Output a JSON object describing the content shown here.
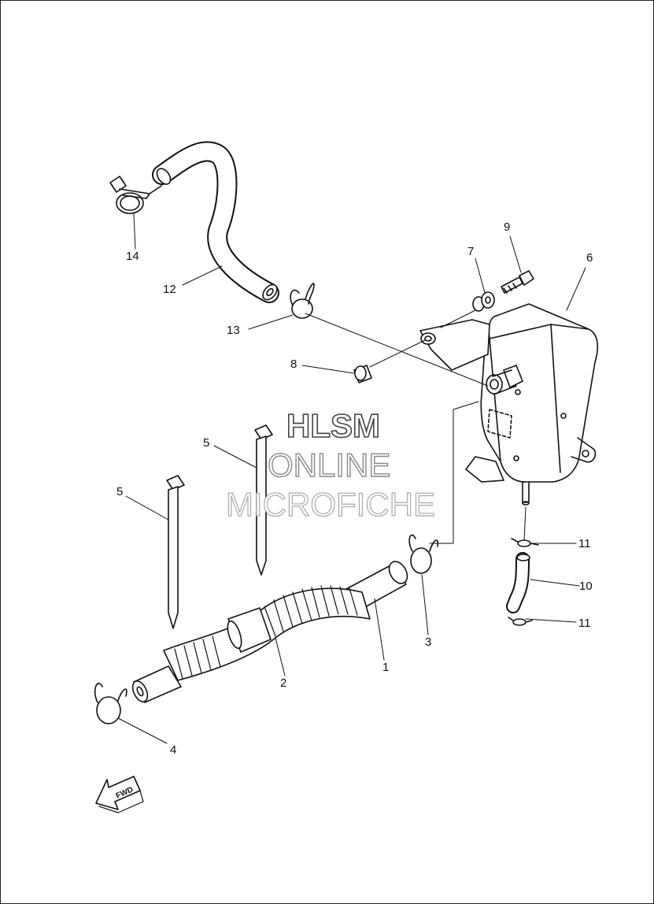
{
  "callouts": {
    "c1": "1",
    "c2": "2",
    "c3": "3",
    "c4": "4",
    "c5a": "5",
    "c5b": "5",
    "c6": "6",
    "c7": "7",
    "c8": "8",
    "c9": "9",
    "c10": "10",
    "c11a": "11",
    "c11b": "11",
    "c12": "12",
    "c13": "13",
    "c14": "14"
  },
  "fwd_arrow": {
    "text": "FWD"
  },
  "watermark": {
    "line1": "HLSM",
    "line2": "ONLINE",
    "line3": "MICROFICHE"
  }
}
